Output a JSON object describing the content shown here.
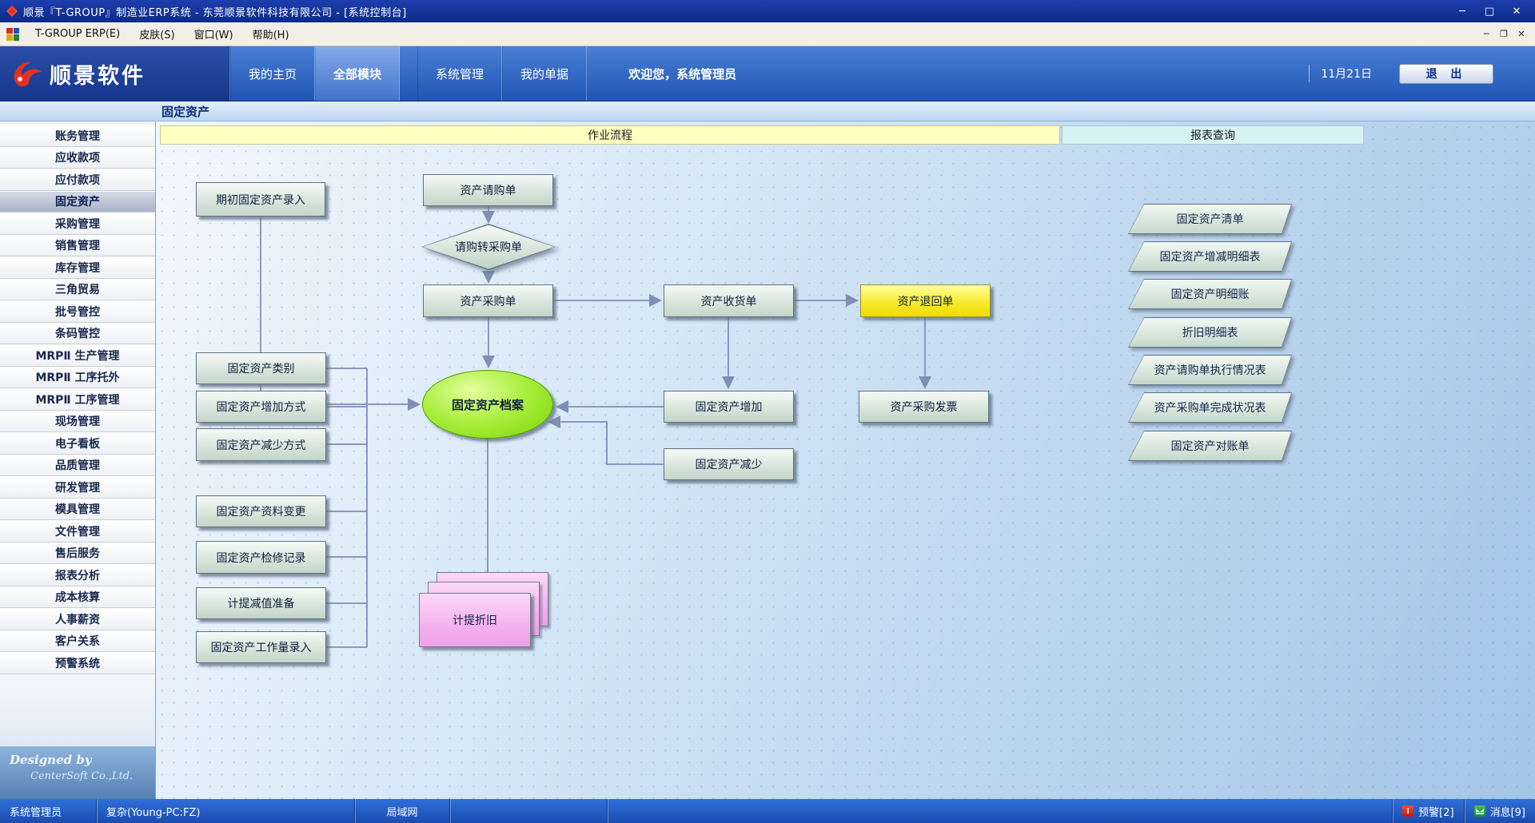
{
  "colors": {
    "titlebar_blue": "#12309a",
    "header_blue": "#2a5cb8",
    "statusbar_blue": "#2257be",
    "node_green": "#8ade12",
    "node_yellow": "#f0da00",
    "node_pink": "#f3b0ee",
    "flow_header_yellow": "#ffffc2",
    "report_header_cyan": "#d6f2f5"
  },
  "window": {
    "title": "顺景『T-GROUP』制造业ERP系统 - 东莞顺景软件科技有限公司 - [系统控制台]",
    "controls": {
      "minimize": "─",
      "maximize": "□",
      "close": "✕"
    }
  },
  "menubar": {
    "items": [
      "T-GROUP ERP(E)",
      "皮肤(S)",
      "窗口(W)",
      "帮助(H)"
    ],
    "controls": {
      "minimize": "─",
      "restore": "❐",
      "close": "✕"
    }
  },
  "header": {
    "logo_text": "顺景软件",
    "tabs": [
      "我的主页",
      "全部模块",
      "系统管理",
      "我的单据"
    ],
    "active_tab": "全部模块",
    "welcome": "欢迎您，系统管理员",
    "date": "11月21日",
    "exit_label": "退 出"
  },
  "breadcrumb": "固定资产",
  "sidebar": {
    "items": [
      "账务管理",
      "应收款项",
      "应付款项",
      "固定资产",
      "采购管理",
      "销售管理",
      "库存管理",
      "三角贸易",
      "批号管控",
      "条码管控",
      "MRPⅡ 生产管理",
      "MRPⅡ 工序托外",
      "MRPⅡ 工序管理",
      "现场管理",
      "电子看板",
      "品质管理",
      "研发管理",
      "模具管理",
      "文件管理",
      "售后服务",
      "报表分析",
      "成本核算",
      "人事薪资",
      "客户关系",
      "预警系统"
    ],
    "active_item": "固定资产",
    "designed_by": "Designed by",
    "company": "CenterSoft Co.,Ltd."
  },
  "main": {
    "flow_header": "作业流程",
    "report_header": "报表查询",
    "nodes": [
      {
        "label": "期初固定资产录入",
        "type": "box"
      },
      {
        "label": "资产请购单",
        "type": "box"
      },
      {
        "label": "请购转采购单",
        "type": "diamond"
      },
      {
        "label": "资产采购单",
        "type": "box"
      },
      {
        "label": "资产收货单",
        "type": "box"
      },
      {
        "label": "资产退回单",
        "type": "box-yellow"
      },
      {
        "label": "固定资产类别",
        "type": "box"
      },
      {
        "label": "固定资产增加方式",
        "type": "box"
      },
      {
        "label": "固定资产减少方式",
        "type": "box"
      },
      {
        "label": "固定资产档案",
        "type": "ellipse"
      },
      {
        "label": "固定资产增加",
        "type": "box"
      },
      {
        "label": "固定资产减少",
        "type": "box"
      },
      {
        "label": "资产采购发票",
        "type": "box"
      },
      {
        "label": "固定资产资料变更",
        "type": "box"
      },
      {
        "label": "固定资产检修记录",
        "type": "box"
      },
      {
        "label": "计提减值准备",
        "type": "box"
      },
      {
        "label": "固定资产工作量录入",
        "type": "box"
      },
      {
        "label": "计提折旧",
        "type": "stack"
      }
    ],
    "reports": [
      "固定资产清单",
      "固定资产增减明细表",
      "固定资产明细账",
      "折旧明细表",
      "资产请购单执行情况表",
      "资产采购单完成状况表",
      "固定资产对账单"
    ]
  },
  "statusbar": {
    "user": "系统管理员",
    "host": "复杂(Young-PC:FZ)",
    "network": "局域网",
    "alerts": "预警[2]",
    "messages": "消息[9]"
  }
}
